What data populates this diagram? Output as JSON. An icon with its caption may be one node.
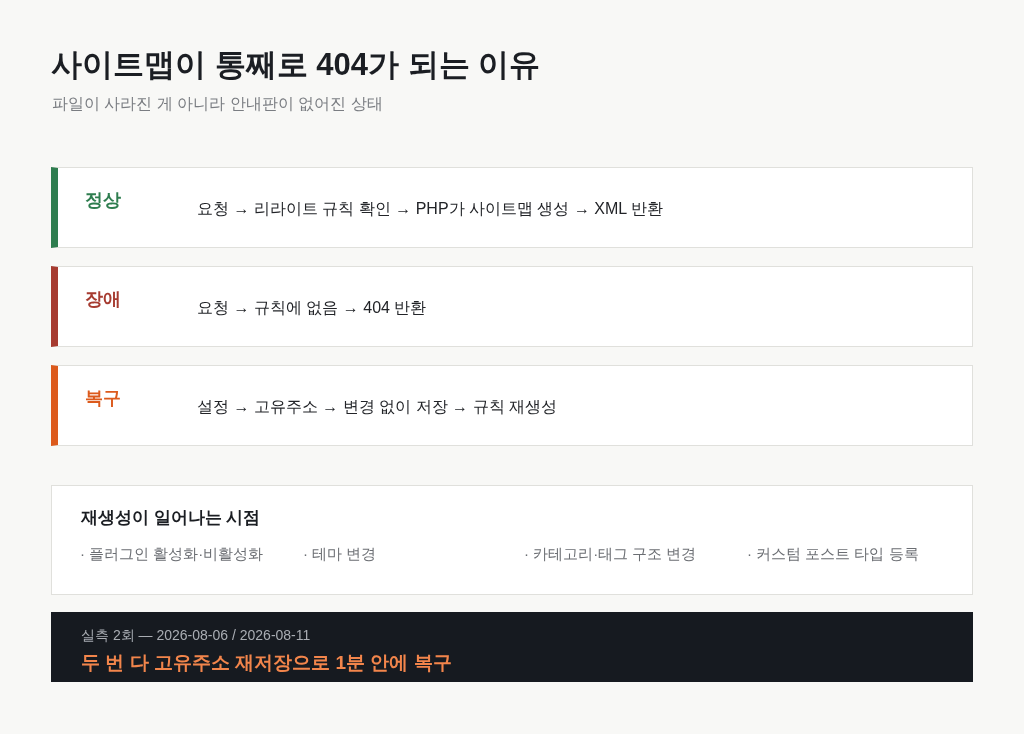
{
  "diagram": {
    "title": "사이트맵이 통째로 404가 되는 이유",
    "labels": [
      "파일이 사라진 게 아니라 안내판이 없어진 상태"
    ],
    "nodes": [
      {
        "text": [
          "정상",
          "요청 → 리라이트 규칙 확인 → PHP가 사이트맵 생성 → XML 반환"
        ]
      },
      {
        "text": [
          "장애",
          "요청 → 규칙에 없음 → 404 반환"
        ]
      },
      {
        "text": [
          "복구",
          "설정 → 고유주소 → 변경 없이 저장 → 규칙 재생성"
        ]
      },
      {
        "text": [
          "재생성이 일어나는 시점",
          "· 플러그인 활성화·비활성화",
          "· 테마 변경",
          "· 카테고리·태그 구조 변경",
          "· 커스텀 포스트 타입 등록"
        ]
      },
      {
        "text": [
          "실측 2회 — 2026-08-06 / 2026-08-11",
          "두 번 다 고유주소 재저장으로 1분 안에 복구"
        ]
      }
    ]
  }
}
